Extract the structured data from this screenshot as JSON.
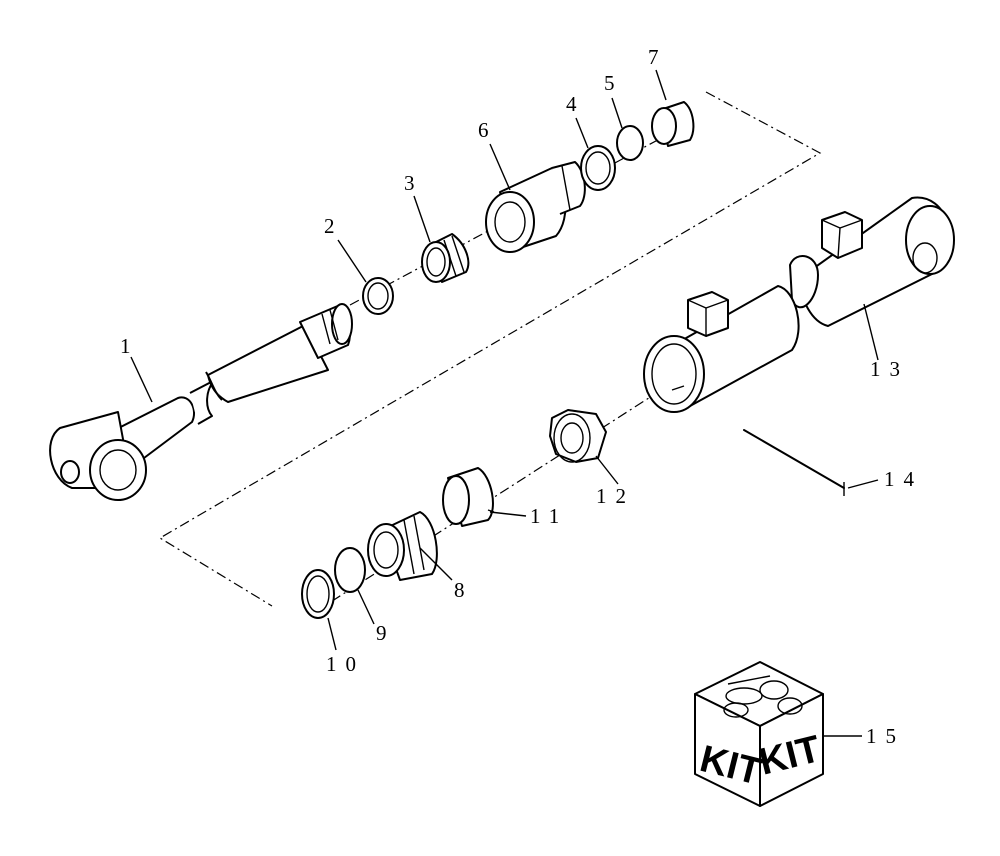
{
  "callouts": [
    {
      "id": "1",
      "text": "1"
    },
    {
      "id": "2",
      "text": "2"
    },
    {
      "id": "3",
      "text": "3"
    },
    {
      "id": "4",
      "text": "4"
    },
    {
      "id": "5",
      "text": "5"
    },
    {
      "id": "6",
      "text": "6"
    },
    {
      "id": "7",
      "text": "7"
    },
    {
      "id": "8",
      "text": "8"
    },
    {
      "id": "9",
      "text": "9"
    },
    {
      "id": "10",
      "text": "10"
    },
    {
      "id": "11",
      "text": "11"
    },
    {
      "id": "12",
      "text": "12"
    },
    {
      "id": "13",
      "text": "13"
    },
    {
      "id": "14",
      "text": "14"
    },
    {
      "id": "15",
      "text": "15"
    }
  ],
  "kit_box": {
    "front_label": "KIT",
    "side_label": "KIT"
  },
  "colors": {
    "line": "#000000",
    "background": "#ffffff"
  }
}
